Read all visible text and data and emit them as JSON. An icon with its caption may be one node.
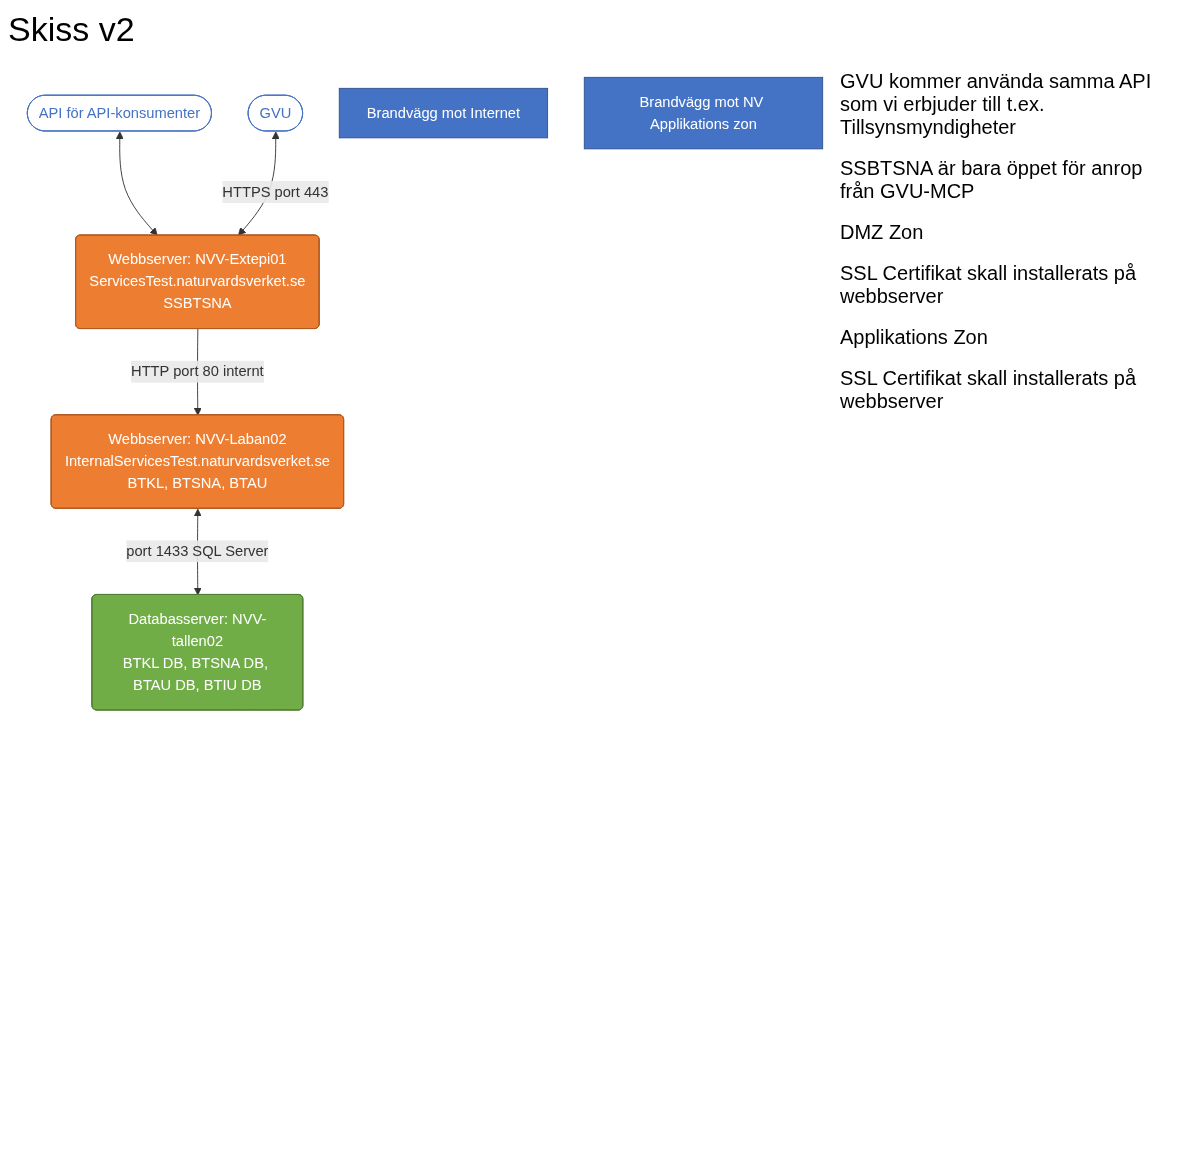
{
  "diagram": {
    "title": "Skiss v2",
    "nodes": [
      {
        "text": [
          "API för API-konsumenter"
        ]
      },
      {
        "text": [
          "GVU"
        ]
      },
      {
        "text": [
          "Brandvägg mot Internet"
        ]
      },
      {
        "text": [
          "Webbserver: NVV-Extepi01",
          "ServicesTest.naturvardsverket.se",
          "SSBTSNA"
        ]
      },
      {
        "text": [
          "Brandvägg mot NV Applikations zon"
        ]
      },
      {
        "text": [
          "Webbserver: NVV-Laban02",
          "InternalServicesTest.naturvardsverket.se",
          "BTKL, BTSNA, BTAU"
        ]
      },
      {
        "text": [
          "Databasserver: NVV-tallen02",
          "BTKL DB, BTSNA DB, BTAU DB, BTIU DB"
        ]
      }
    ],
    "edges": [
      {
        "from": 3,
        "to": 0,
        "arrow": "both"
      },
      {
        "from": 3,
        "to": 1,
        "arrow": "both",
        "label": "HTTPS port 443"
      },
      {
        "from": 3,
        "to": 5,
        "arrow": "to",
        "label": "HTTP port 80 internt"
      },
      {
        "from": 5,
        "to": 6,
        "arrow": "both",
        "label": "port 1433 SQL Server"
      }
    ],
    "labels": [
      "GVU kommer använda samma API som vi erbjuder till t.ex. Tillsynsmyndigheter",
      "SSBTSNA är bara öppet för anrop från GVU-MCP",
      "DMZ Zon",
      "SSL Certifikat skall installerats på webbserver",
      "Applikations Zon",
      "SSL Certifikat skall installerats på webbserver"
    ]
  }
}
